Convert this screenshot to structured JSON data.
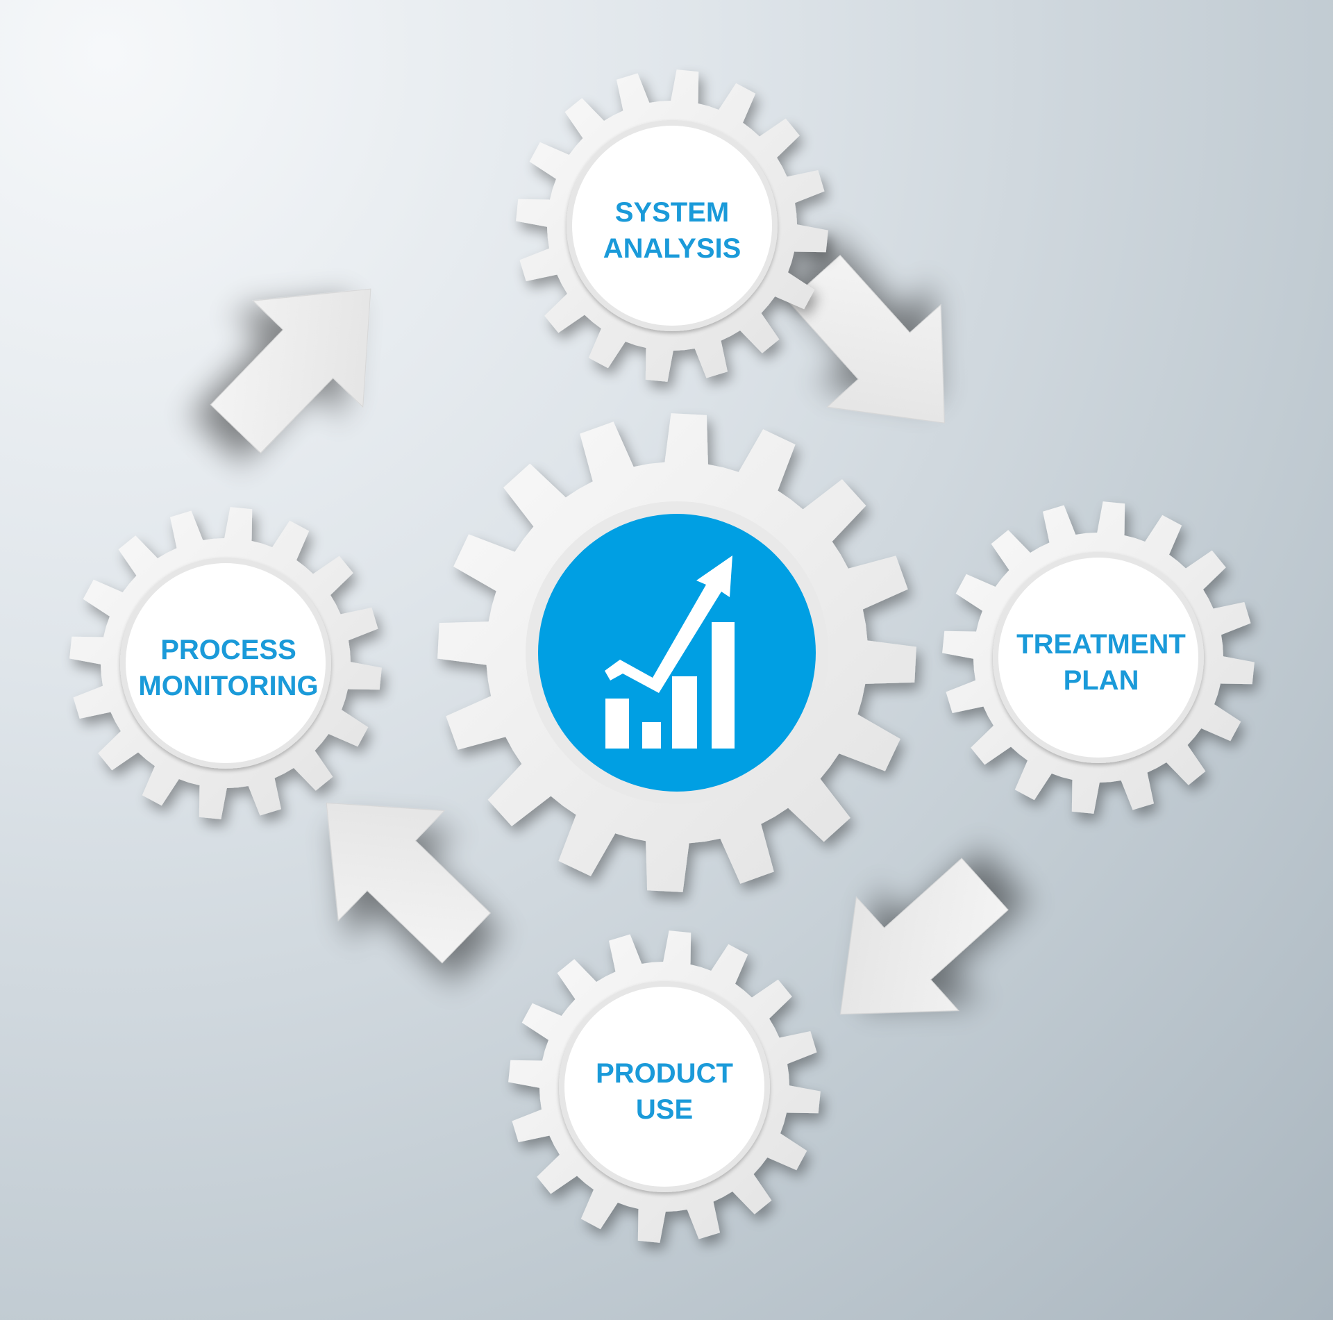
{
  "colors": {
    "accent": "#009fe3",
    "label_text": "#1a9ad9",
    "gear": "#ececec",
    "gear_center": "#ffffff",
    "arrow": "#ececec"
  },
  "center": {
    "icon": "growth-chart-icon"
  },
  "nodes": {
    "top": {
      "line1": "SYSTEM",
      "line2": "ANALYSIS"
    },
    "right": {
      "line1": "TREATMENT",
      "line2": "PLAN"
    },
    "bottom": {
      "line1": "PRODUCT",
      "line2": "USE"
    },
    "left": {
      "line1": "PROCESS",
      "line2": "MONITORING"
    }
  },
  "arrows": [
    {
      "from": "PROCESS MONITORING",
      "to": "SYSTEM ANALYSIS"
    },
    {
      "from": "SYSTEM ANALYSIS",
      "to": "TREATMENT PLAN"
    },
    {
      "from": "TREATMENT PLAN",
      "to": "PRODUCT USE"
    },
    {
      "from": "PRODUCT USE",
      "to": "PROCESS MONITORING"
    }
  ]
}
